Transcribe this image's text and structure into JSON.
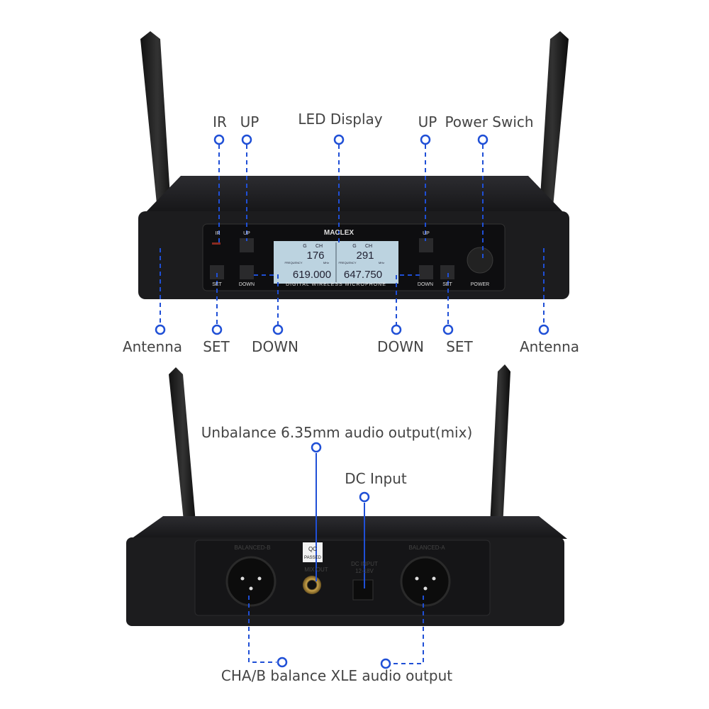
{
  "colors": {
    "annotation": "#1f4fd6",
    "label": "#444444",
    "body": "#1c1c1e",
    "lcd": "#bcd3e0"
  },
  "front": {
    "brand": "MACLEX",
    "tagline": "DIGITAL WIRELESS MICROPHONE",
    "buttons": {
      "ir": "IR",
      "up": "UP",
      "set": "SET",
      "down": "DOWN",
      "power": "POWER"
    },
    "lcd": {
      "g": "G",
      "ch": "CH",
      "left_channel": "176",
      "right_channel": "291",
      "freq_label": "FREQUENCY",
      "unit": "MHz",
      "left_freq": "619.000",
      "right_freq": "647.750"
    },
    "callouts_top": [
      "IR",
      "UP",
      "LED Display",
      "UP",
      "Power Swich"
    ],
    "callouts_bottom": [
      "Antenna",
      "SET",
      "DOWN",
      "DOWN",
      "SET",
      "Antenna"
    ]
  },
  "rear": {
    "balanced_b": "BALANCED-B",
    "balanced_a": "BALANCED-A",
    "qc": "QC",
    "passed": "PASSED",
    "mix_out": "MIX OUT",
    "dc_input": "DC INPUT",
    "voltage": "12-18V",
    "callouts": {
      "unbalance": "Unbalance 6.35mm audio output(mix)",
      "dc": "DC Input",
      "xlr": "CHA/B balance XLE audio output"
    }
  }
}
